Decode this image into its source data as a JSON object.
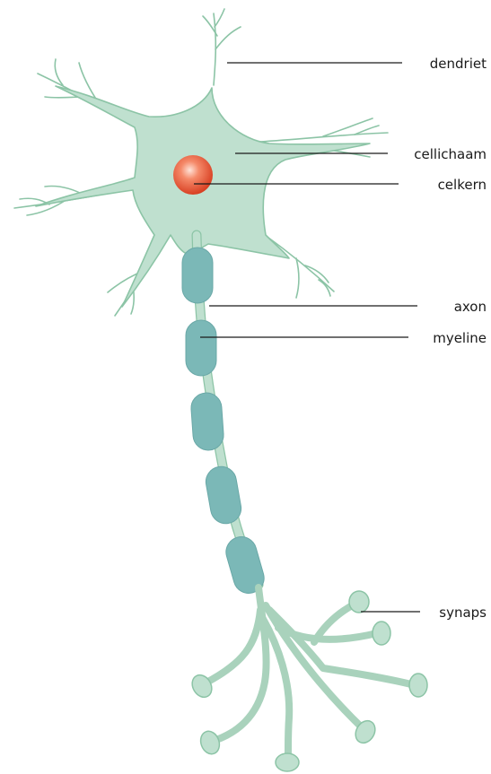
{
  "labels": {
    "dendriet": "dendriet",
    "cellichaam": "cellichaam",
    "celkern": "celkern",
    "axon": "axon",
    "myeline": "myeline",
    "synaps": "synaps"
  },
  "colors": {
    "cell_fill": "#bfe0cf",
    "cell_outline": "#8cc4a6",
    "myelin": "#7bb8b7",
    "nucleus_center": "#ffd2c4",
    "nucleus_edge": "#d63a1d",
    "leader_line": "#1a1a1a"
  }
}
